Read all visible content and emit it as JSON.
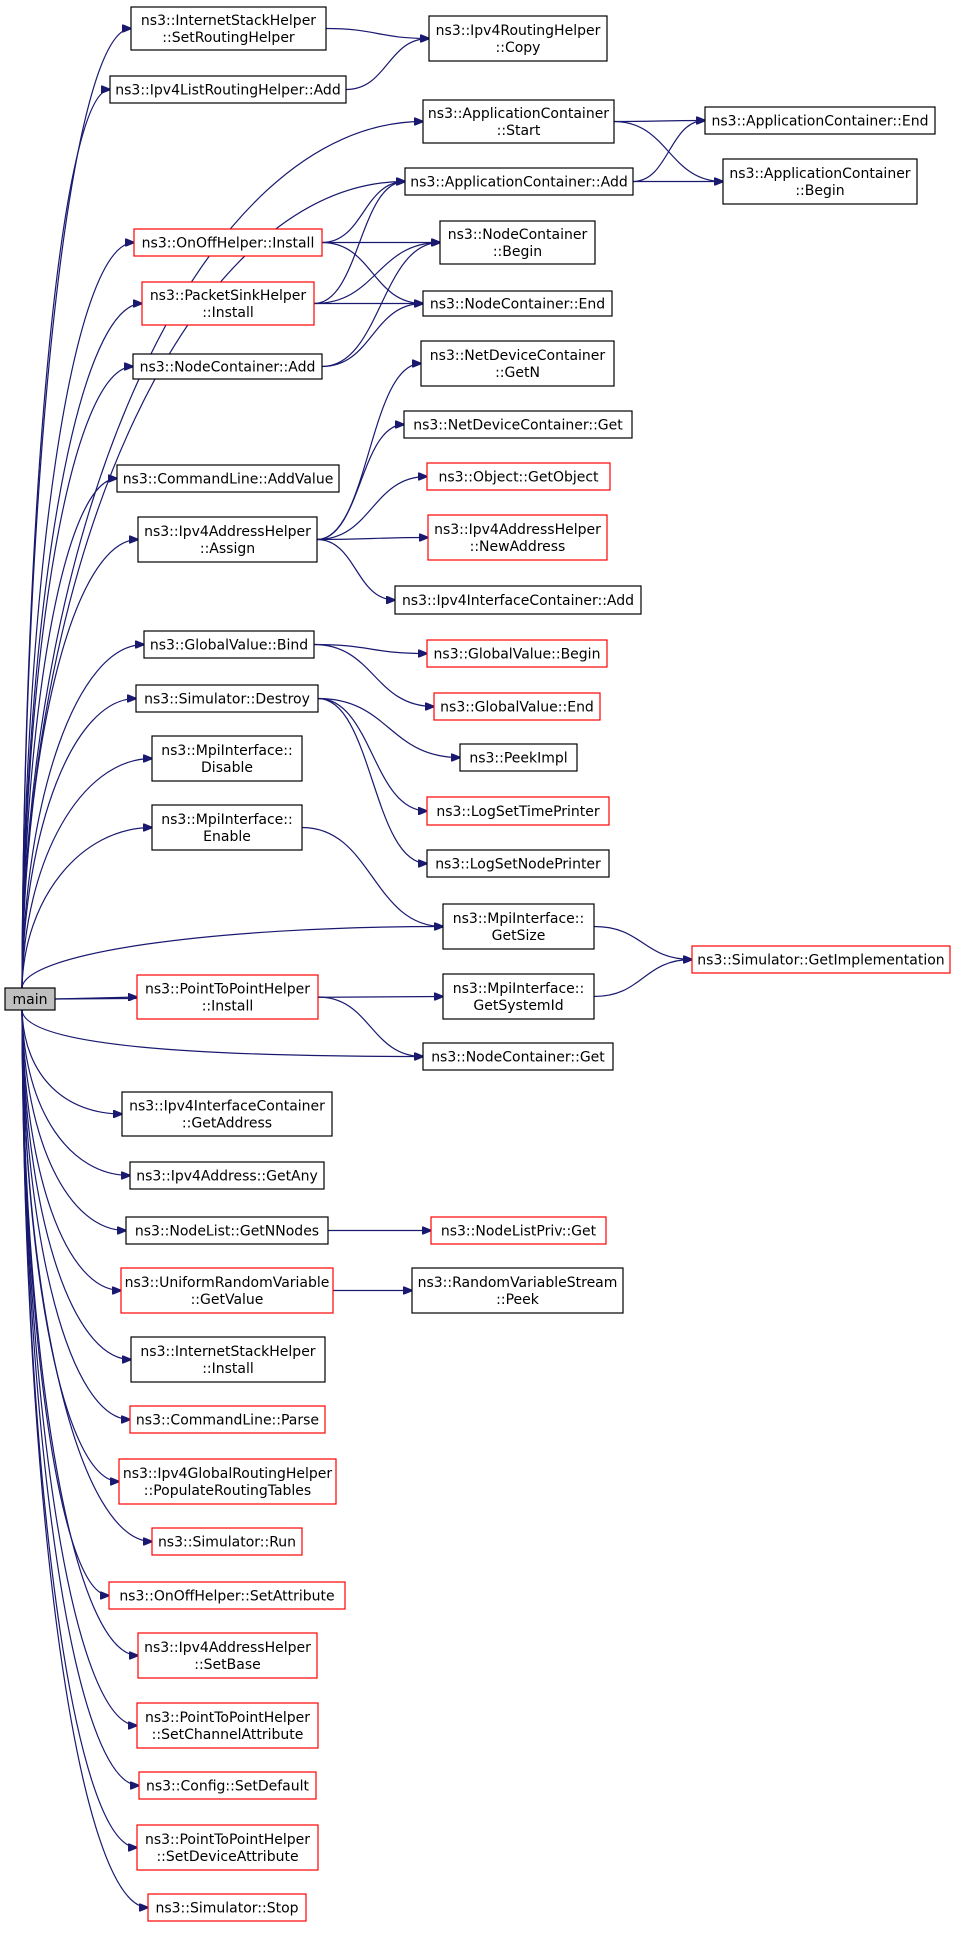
{
  "colors": {
    "edge": "#191970",
    "border_normal": "#000000",
    "border_red": "#ff0000",
    "root_fill": "#bfbfbf",
    "node_fill": "#ffffff"
  },
  "nodes": [
    {
      "id": "main",
      "lines": [
        "main"
      ],
      "kind": "root"
    },
    {
      "id": "ish_setrouting",
      "lines": [
        "ns3::InternetStackHelper",
        "::SetRoutingHelper"
      ],
      "kind": "normal"
    },
    {
      "id": "ipv4rh_copy",
      "lines": [
        "ns3::Ipv4RoutingHelper",
        "::Copy"
      ],
      "kind": "normal"
    },
    {
      "id": "ipv4list_add",
      "lines": [
        "ns3::Ipv4ListRoutingHelper::Add"
      ],
      "kind": "normal"
    },
    {
      "id": "appc_start",
      "lines": [
        "ns3::ApplicationContainer",
        "::Start"
      ],
      "kind": "normal"
    },
    {
      "id": "appc_end",
      "lines": [
        "ns3::ApplicationContainer::End"
      ],
      "kind": "normal"
    },
    {
      "id": "appc_add",
      "lines": [
        "ns3::ApplicationContainer::Add"
      ],
      "kind": "normal"
    },
    {
      "id": "appc_begin",
      "lines": [
        "ns3::ApplicationContainer",
        "::Begin"
      ],
      "kind": "normal"
    },
    {
      "id": "onoff_install",
      "lines": [
        "ns3::OnOffHelper::Install"
      ],
      "kind": "red"
    },
    {
      "id": "nc_begin",
      "lines": [
        "ns3::NodeContainer",
        "::Begin"
      ],
      "kind": "normal"
    },
    {
      "id": "sink_install",
      "lines": [
        "ns3::PacketSinkHelper",
        "::Install"
      ],
      "kind": "red"
    },
    {
      "id": "nc_end",
      "lines": [
        "ns3::NodeContainer::End"
      ],
      "kind": "normal"
    },
    {
      "id": "nc_add",
      "lines": [
        "ns3::NodeContainer::Add"
      ],
      "kind": "normal"
    },
    {
      "id": "ndc_getn",
      "lines": [
        "ns3::NetDeviceContainer",
        "::GetN"
      ],
      "kind": "normal"
    },
    {
      "id": "ndc_get",
      "lines": [
        "ns3::NetDeviceContainer::Get"
      ],
      "kind": "normal"
    },
    {
      "id": "cmd_addvalue",
      "lines": [
        "ns3::CommandLine::AddValue"
      ],
      "kind": "normal"
    },
    {
      "id": "obj_getobject",
      "lines": [
        "ns3::Object::GetObject"
      ],
      "kind": "red"
    },
    {
      "id": "ipv4ah_assign",
      "lines": [
        "ns3::Ipv4AddressHelper",
        "::Assign"
      ],
      "kind": "normal"
    },
    {
      "id": "ipv4ah_newaddr",
      "lines": [
        "ns3::Ipv4AddressHelper",
        "::NewAddress"
      ],
      "kind": "red"
    },
    {
      "id": "ipv4ic_add",
      "lines": [
        "ns3::Ipv4InterfaceContainer::Add"
      ],
      "kind": "normal"
    },
    {
      "id": "gv_bind",
      "lines": [
        "ns3::GlobalValue::Bind"
      ],
      "kind": "normal"
    },
    {
      "id": "gv_begin",
      "lines": [
        "ns3::GlobalValue::Begin"
      ],
      "kind": "red"
    },
    {
      "id": "sim_destroy",
      "lines": [
        "ns3::Simulator::Destroy"
      ],
      "kind": "normal"
    },
    {
      "id": "gv_end",
      "lines": [
        "ns3::GlobalValue::End"
      ],
      "kind": "red"
    },
    {
      "id": "mpi_disable",
      "lines": [
        "ns3::MpiInterface::",
        "Disable"
      ],
      "kind": "normal"
    },
    {
      "id": "peekimpl",
      "lines": [
        "ns3::PeekImpl"
      ],
      "kind": "normal"
    },
    {
      "id": "logtime",
      "lines": [
        "ns3::LogSetTimePrinter"
      ],
      "kind": "red"
    },
    {
      "id": "mpi_enable",
      "lines": [
        "ns3::MpiInterface::",
        "Enable"
      ],
      "kind": "normal"
    },
    {
      "id": "lognode",
      "lines": [
        "ns3::LogSetNodePrinter"
      ],
      "kind": "normal"
    },
    {
      "id": "mpi_getsize",
      "lines": [
        "ns3::MpiInterface::",
        "GetSize"
      ],
      "kind": "normal"
    },
    {
      "id": "sim_getimpl",
      "lines": [
        "ns3::Simulator::GetImplementation"
      ],
      "kind": "red"
    },
    {
      "id": "p2p_install",
      "lines": [
        "ns3::PointToPointHelper",
        "::Install"
      ],
      "kind": "red"
    },
    {
      "id": "mpi_getsysid",
      "lines": [
        "ns3::MpiInterface::",
        "GetSystemId"
      ],
      "kind": "normal"
    },
    {
      "id": "nc_get",
      "lines": [
        "ns3::NodeContainer::Get"
      ],
      "kind": "normal"
    },
    {
      "id": "ipv4ic_getaddr",
      "lines": [
        "ns3::Ipv4InterfaceContainer",
        "::GetAddress"
      ],
      "kind": "normal"
    },
    {
      "id": "ipv4addr_getany",
      "lines": [
        "ns3::Ipv4Address::GetAny"
      ],
      "kind": "normal"
    },
    {
      "id": "nl_getnnodes",
      "lines": [
        "ns3::NodeList::GetNNodes"
      ],
      "kind": "normal"
    },
    {
      "id": "nlp_get",
      "lines": [
        "ns3::NodeListPriv::Get"
      ],
      "kind": "red"
    },
    {
      "id": "urv_getvalue",
      "lines": [
        "ns3::UniformRandomVariable",
        "::GetValue"
      ],
      "kind": "red"
    },
    {
      "id": "rvs_peek",
      "lines": [
        "ns3::RandomVariableStream",
        "::Peek"
      ],
      "kind": "normal"
    },
    {
      "id": "ish_install",
      "lines": [
        "ns3::InternetStackHelper",
        "::Install"
      ],
      "kind": "normal"
    },
    {
      "id": "cmd_parse",
      "lines": [
        "ns3::CommandLine::Parse"
      ],
      "kind": "red"
    },
    {
      "id": "ipv4grh_populate",
      "lines": [
        "ns3::Ipv4GlobalRoutingHelper",
        "::PopulateRoutingTables"
      ],
      "kind": "red"
    },
    {
      "id": "sim_run",
      "lines": [
        "ns3::Simulator::Run"
      ],
      "kind": "red"
    },
    {
      "id": "onoff_setattr",
      "lines": [
        "ns3::OnOffHelper::SetAttribute"
      ],
      "kind": "red"
    },
    {
      "id": "ipv4ah_setbase",
      "lines": [
        "ns3::Ipv4AddressHelper",
        "::SetBase"
      ],
      "kind": "red"
    },
    {
      "id": "p2p_setchattr",
      "lines": [
        "ns3::PointToPointHelper",
        "::SetChannelAttribute"
      ],
      "kind": "red"
    },
    {
      "id": "cfg_setdefault",
      "lines": [
        "ns3::Config::SetDefault"
      ],
      "kind": "red"
    },
    {
      "id": "p2p_setdevattr",
      "lines": [
        "ns3::PointToPointHelper",
        "::SetDeviceAttribute"
      ],
      "kind": "red"
    },
    {
      "id": "sim_stop",
      "lines": [
        "ns3::Simulator::Stop"
      ],
      "kind": "red"
    }
  ],
  "edges": [
    [
      "main",
      "ish_setrouting"
    ],
    [
      "main",
      "ipv4list_add"
    ],
    [
      "main",
      "appc_start"
    ],
    [
      "main",
      "appc_add"
    ],
    [
      "main",
      "onoff_install"
    ],
    [
      "main",
      "sink_install"
    ],
    [
      "main",
      "nc_add"
    ],
    [
      "main",
      "cmd_addvalue"
    ],
    [
      "main",
      "ipv4ah_assign"
    ],
    [
      "main",
      "gv_bind"
    ],
    [
      "main",
      "sim_destroy"
    ],
    [
      "main",
      "mpi_disable"
    ],
    [
      "main",
      "mpi_enable"
    ],
    [
      "main",
      "mpi_getsize"
    ],
    [
      "main",
      "mpi_getsysid"
    ],
    [
      "main",
      "p2p_install"
    ],
    [
      "main",
      "nc_get"
    ],
    [
      "main",
      "ipv4ic_getaddr"
    ],
    [
      "main",
      "ipv4addr_getany"
    ],
    [
      "main",
      "nl_getnnodes"
    ],
    [
      "main",
      "urv_getvalue"
    ],
    [
      "main",
      "ish_install"
    ],
    [
      "main",
      "cmd_parse"
    ],
    [
      "main",
      "ipv4grh_populate"
    ],
    [
      "main",
      "sim_run"
    ],
    [
      "main",
      "onoff_setattr"
    ],
    [
      "main",
      "ipv4ah_setbase"
    ],
    [
      "main",
      "p2p_setchattr"
    ],
    [
      "main",
      "cfg_setdefault"
    ],
    [
      "main",
      "p2p_setdevattr"
    ],
    [
      "main",
      "sim_stop"
    ],
    [
      "ish_setrouting",
      "ipv4rh_copy"
    ],
    [
      "ipv4list_add",
      "ipv4rh_copy"
    ],
    [
      "appc_start",
      "appc_end"
    ],
    [
      "appc_start",
      "appc_begin"
    ],
    [
      "appc_add",
      "appc_end"
    ],
    [
      "appc_add",
      "appc_begin"
    ],
    [
      "onoff_install",
      "appc_add"
    ],
    [
      "onoff_install",
      "nc_begin"
    ],
    [
      "onoff_install",
      "nc_end"
    ],
    [
      "sink_install",
      "appc_add"
    ],
    [
      "sink_install",
      "nc_begin"
    ],
    [
      "sink_install",
      "nc_end"
    ],
    [
      "nc_add",
      "nc_begin"
    ],
    [
      "nc_add",
      "nc_end"
    ],
    [
      "ipv4ah_assign",
      "ndc_getn"
    ],
    [
      "ipv4ah_assign",
      "ndc_get"
    ],
    [
      "ipv4ah_assign",
      "obj_getobject"
    ],
    [
      "ipv4ah_assign",
      "ipv4ah_newaddr"
    ],
    [
      "ipv4ah_assign",
      "ipv4ic_add"
    ],
    [
      "gv_bind",
      "gv_begin"
    ],
    [
      "gv_bind",
      "gv_end"
    ],
    [
      "sim_destroy",
      "peekimpl"
    ],
    [
      "sim_destroy",
      "logtime"
    ],
    [
      "sim_destroy",
      "lognode"
    ],
    [
      "mpi_enable",
      "mpi_getsize"
    ],
    [
      "mpi_getsize",
      "sim_getimpl"
    ],
    [
      "mpi_getsysid",
      "sim_getimpl"
    ],
    [
      "p2p_install",
      "nc_get"
    ],
    [
      "nl_getnnodes",
      "nlp_get"
    ],
    [
      "urv_getvalue",
      "rvs_peek"
    ]
  ]
}
